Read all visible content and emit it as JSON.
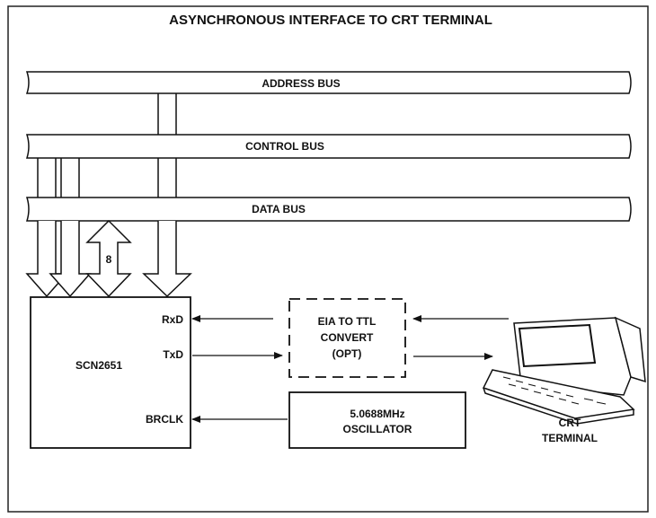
{
  "title": "ASYNCHRONOUS INTERFACE TO CRT TERMINAL",
  "buses": {
    "address": "ADDRESS BUS",
    "control": "CONTROL BUS",
    "data": "DATA BUS"
  },
  "data_width": "8",
  "chip": {
    "name": "SCN2651",
    "pins": {
      "rxd": "RxD",
      "txd": "TxD",
      "brclk": "BRCLK"
    }
  },
  "converter": {
    "line1": "EIA TO TTL",
    "line2": "CONVERT",
    "line3": "(OPT)"
  },
  "oscillator": {
    "line1": "5.0688MHz",
    "line2": "OSCILLATOR"
  },
  "terminal": {
    "line1": "CRT",
    "line2": "TERMINAL"
  },
  "colors": {
    "ink": "#111111",
    "background": "#ffffff"
  }
}
